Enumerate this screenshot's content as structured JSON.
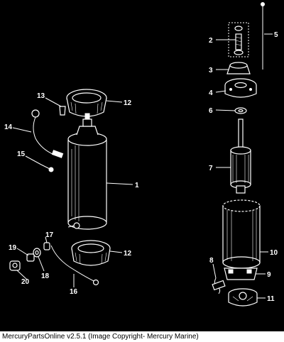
{
  "caption": "MercuryPartsOnline v2.5.1 (Image Copyright- Mercury Marine)",
  "callouts": [
    "1",
    "2",
    "3",
    "4",
    "5",
    "6",
    "7",
    "8",
    "9",
    "10",
    "11",
    "12",
    "12",
    "13",
    "14",
    "15",
    "16",
    "17",
    "18",
    "19",
    "20"
  ],
  "colors": {
    "background": "#000000",
    "line": "#ffffff",
    "caption_bg": "#ffffff",
    "caption_text": "#000000"
  }
}
